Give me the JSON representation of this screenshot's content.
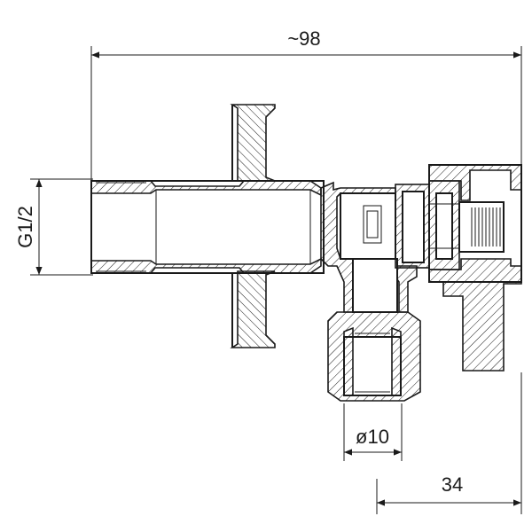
{
  "dimensions": {
    "overall_length": "~98",
    "thread_size": "G1/2",
    "outlet_diameter": "ø10",
    "handle_offset": "34"
  }
}
